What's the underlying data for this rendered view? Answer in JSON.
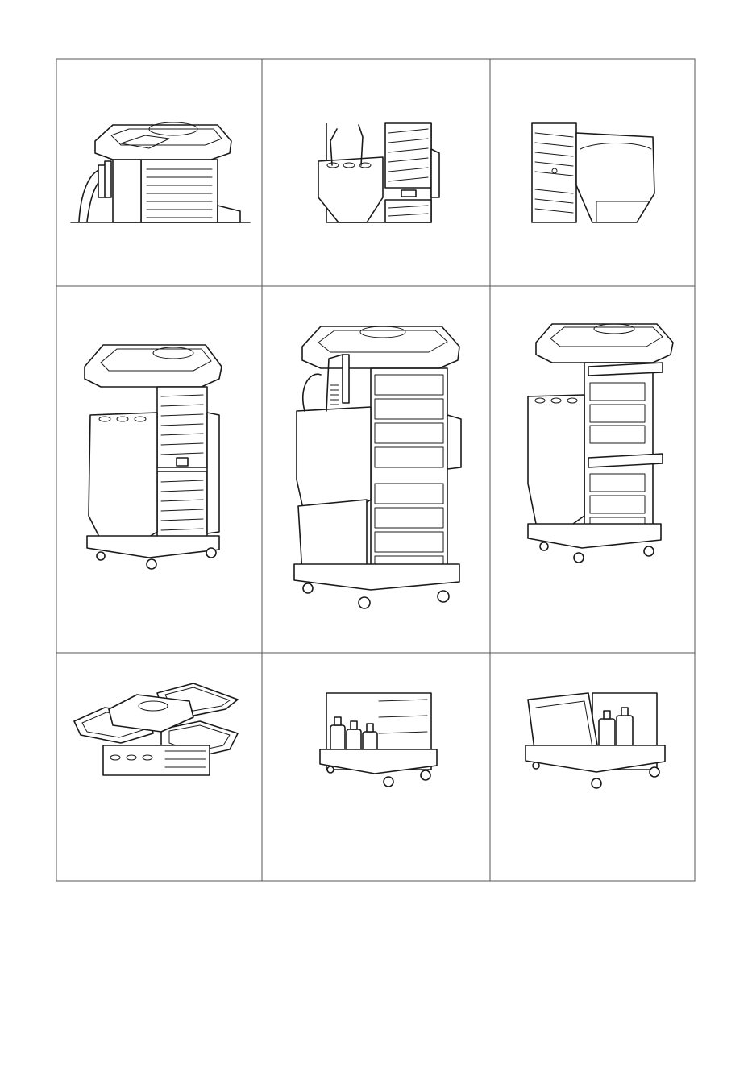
{
  "document": {
    "layout": "grid",
    "rows": 3,
    "columns": 3,
    "colors": {
      "line": "#1a1a1a",
      "grid": "#555555",
      "background": "#ffffff"
    },
    "panels": [
      {
        "id": "top-detail",
        "row": 0,
        "col": 0
      },
      {
        "id": "holder-detail",
        "row": 0,
        "col": 1
      },
      {
        "id": "side-drawer-detail",
        "row": 0,
        "col": 2
      },
      {
        "id": "trolley-closed",
        "row": 1,
        "col": 0
      },
      {
        "id": "trolley-open-accessories",
        "row": 1,
        "col": 1
      },
      {
        "id": "trolley-open-drawers",
        "row": 1,
        "col": 2
      },
      {
        "id": "top-trays-extended",
        "row": 2,
        "col": 0
      },
      {
        "id": "base-bottles",
        "row": 2,
        "col": 1
      },
      {
        "id": "base-magazine-holder",
        "row": 2,
        "col": 2
      }
    ]
  }
}
